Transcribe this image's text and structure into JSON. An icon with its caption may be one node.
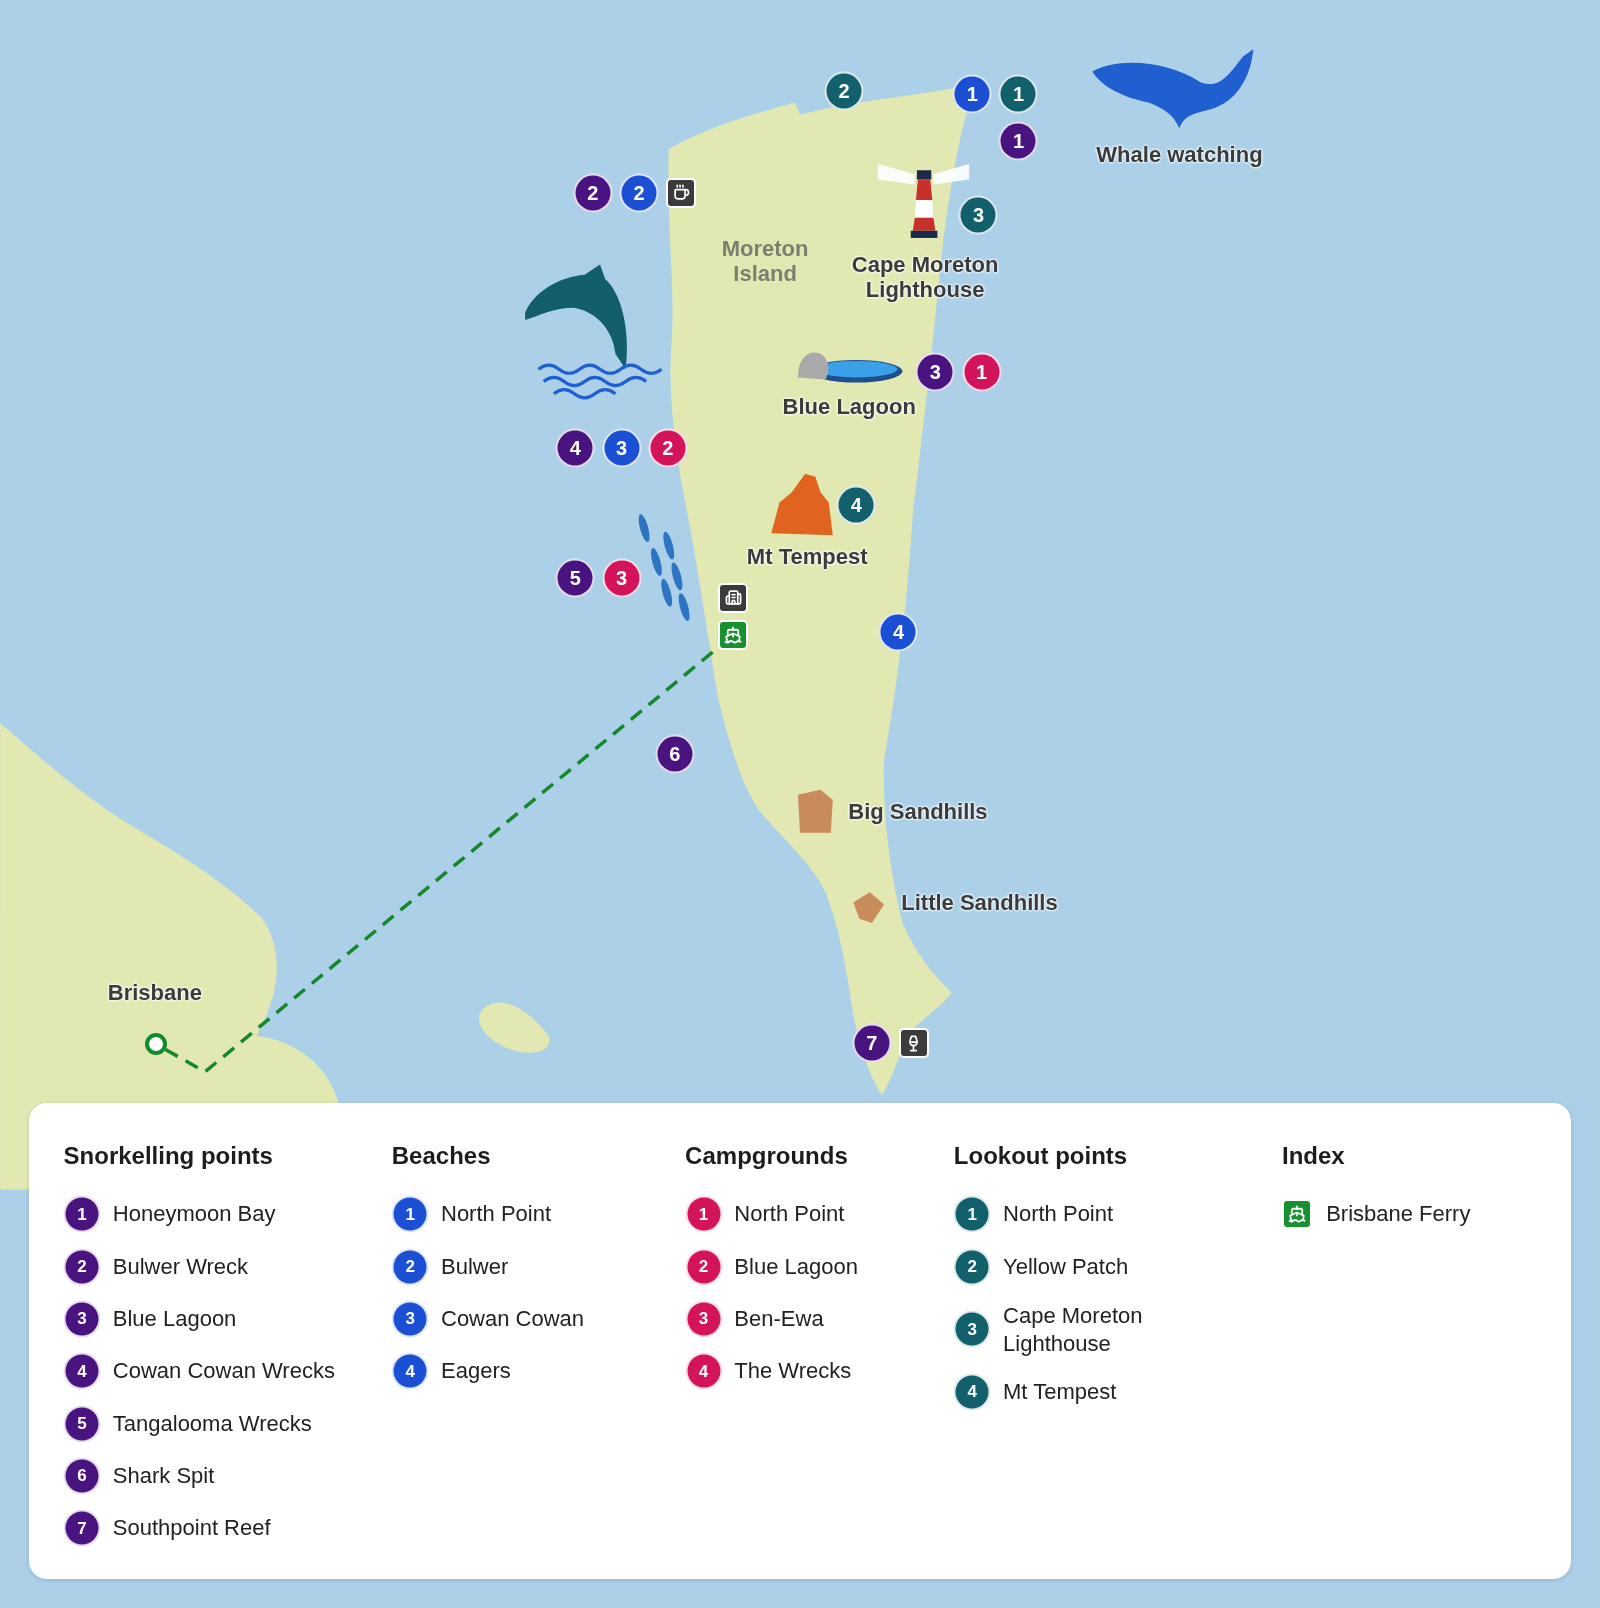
{
  "diagram": {
    "nodes": [
      {
        "text": [],
        "shape": "circle",
        "beside": [
          "Brisbane"
        ]
      },
      {
        "text": [],
        "shape": "picture"
      }
    ],
    "edges": [
      {
        "from": 0,
        "to": 1,
        "arrow": "none",
        "style": "dashed"
      }
    ],
    "labels": [
      "2",
      "1",
      "1",
      "Whale watching",
      "1",
      "2",
      "2",
      "3",
      "Moreton Island",
      "Cape Moreton Lighthouse",
      "3",
      "1",
      "Blue Lagoon",
      "4",
      "3",
      "2",
      "4",
      "Mt Tempest",
      "5",
      "3",
      "4",
      "6",
      "Big Sandhills",
      "Little Sandhills",
      "7",
      "Snorkelling points",
      "Beaches",
      "Campgrounds",
      "Lookout points",
      "Index",
      "1",
      "Honeymoon Bay",
      "2",
      "Bulwer Wreck",
      "3",
      "Blue Lagoon",
      "4",
      "Cowan Cowan Wrecks",
      "5",
      "Tangalooma Wrecks",
      "6",
      "Shark Spit",
      "7",
      "Southpoint Reef",
      "1",
      "North Point",
      "2",
      "Bulwer",
      "3",
      "Cowan Cowan",
      "4",
      "Eagers",
      "1",
      "North Point",
      "2",
      "Blue Lagoon",
      "3",
      "Ben-Ewa",
      "4",
      "The Wrecks",
      "1",
      "North Point",
      "2",
      "Yellow Patch",
      "3",
      "Cape Moreton Lighthouse",
      "4",
      "Mt Tempest",
      "Brisbane Ferry"
    ]
  }
}
